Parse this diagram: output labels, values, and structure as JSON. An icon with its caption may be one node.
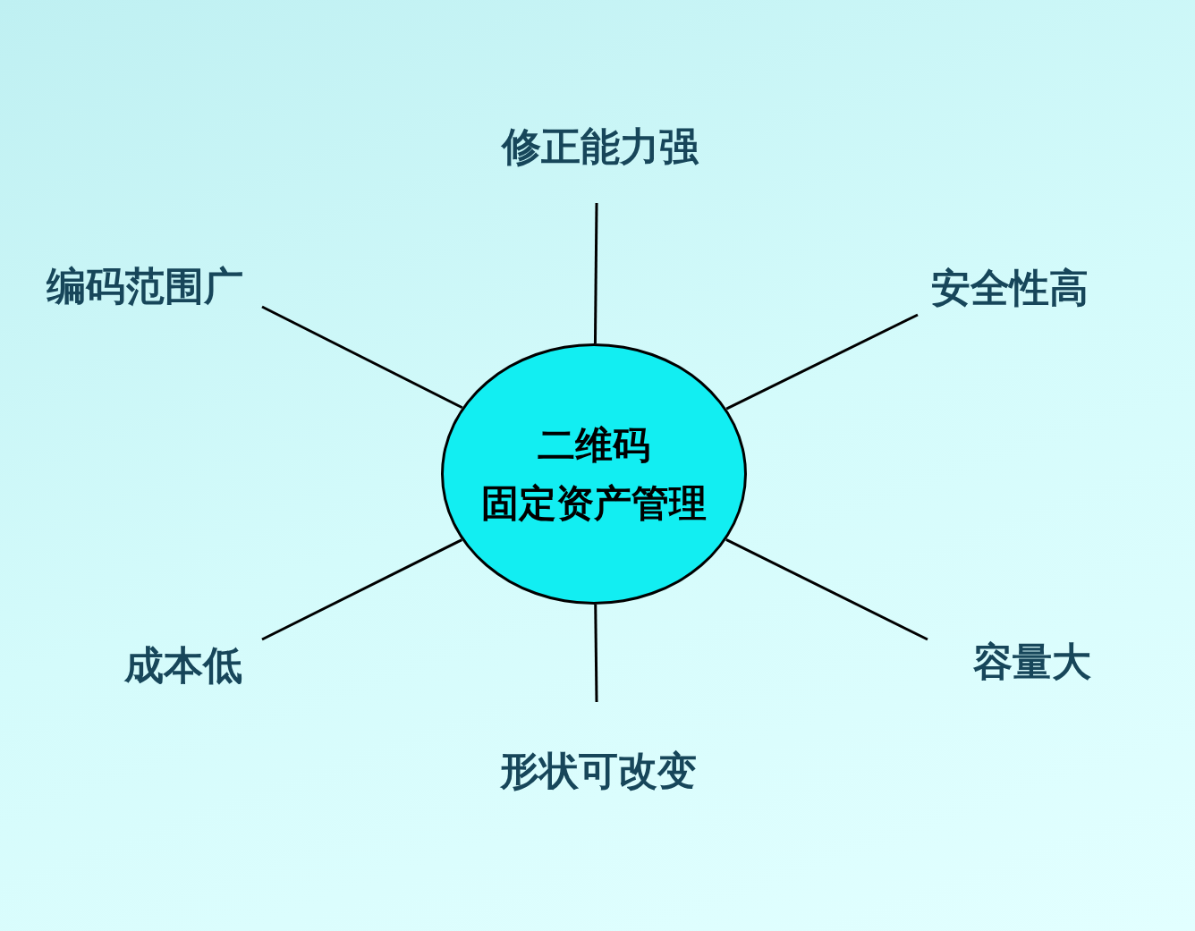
{
  "diagram": {
    "nodes": [
      {
        "text": [
          "二维码",
          "固定资产管理"
        ]
      },
      {
        "text": [
          "修正能力强"
        ]
      },
      {
        "text": [
          "编码范围广"
        ]
      },
      {
        "text": [
          "安全性高"
        ]
      },
      {
        "text": [
          "成本低"
        ]
      },
      {
        "text": [
          "容量大"
        ]
      },
      {
        "text": [
          "形状可改变"
        ]
      }
    ],
    "edges": [
      {
        "from": 0,
        "to": 1,
        "arrow": "none"
      },
      {
        "from": 0,
        "to": 2,
        "arrow": "none"
      },
      {
        "from": 0,
        "to": 3,
        "arrow": "none"
      },
      {
        "from": 0,
        "to": 4,
        "arrow": "none"
      },
      {
        "from": 0,
        "to": 5,
        "arrow": "none"
      },
      {
        "from": 0,
        "to": 6,
        "arrow": "none"
      }
    ]
  }
}
